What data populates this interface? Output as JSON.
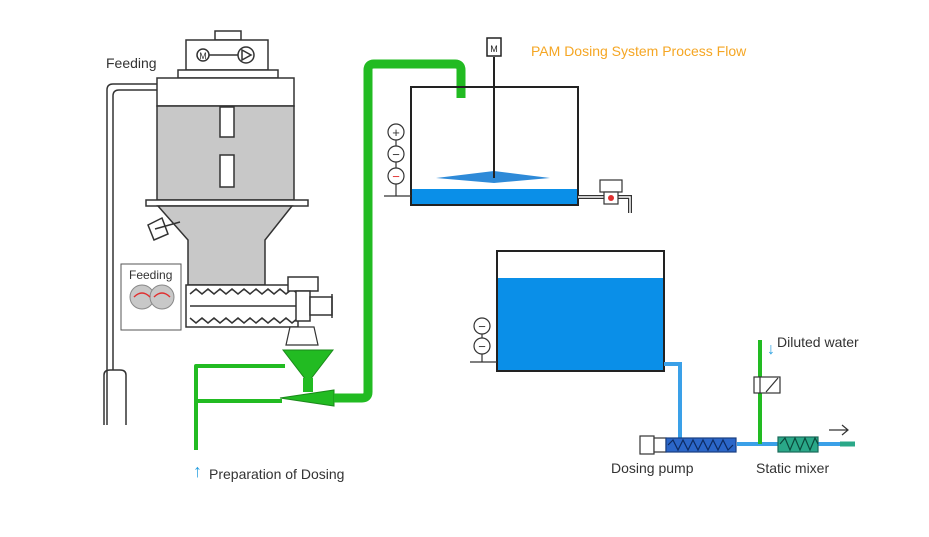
{
  "title": "PAM Dosing System Process Flow",
  "labels": {
    "feeding_top": "Feeding",
    "feeding_box": "Feeding",
    "preparation": "Preparation of Dosing",
    "diluted_water": "Diluted water",
    "dosing_pump": "Dosing pump",
    "static_mixer": "Static mixer"
  },
  "motor_symbol": "M",
  "arrows": {
    "up": "↑",
    "down": "↓",
    "right": "→"
  },
  "indicators": {
    "plus": "+",
    "minus": "−"
  },
  "colors": {
    "title": "#f5a623",
    "outline": "#333333",
    "hopper_fill": "#c8c8c8",
    "water": "#0a8fe8",
    "water_light": "#3aa0e8",
    "green_pipe": "#22bb22",
    "blue_pipe": "#3aa0e8",
    "mixer": "#2aa888",
    "arrow_cyan": "#2aa0e0"
  },
  "icons": [
    "motor-icon",
    "pump-symbol-icon",
    "valve-icon",
    "level-switch-icon"
  ]
}
